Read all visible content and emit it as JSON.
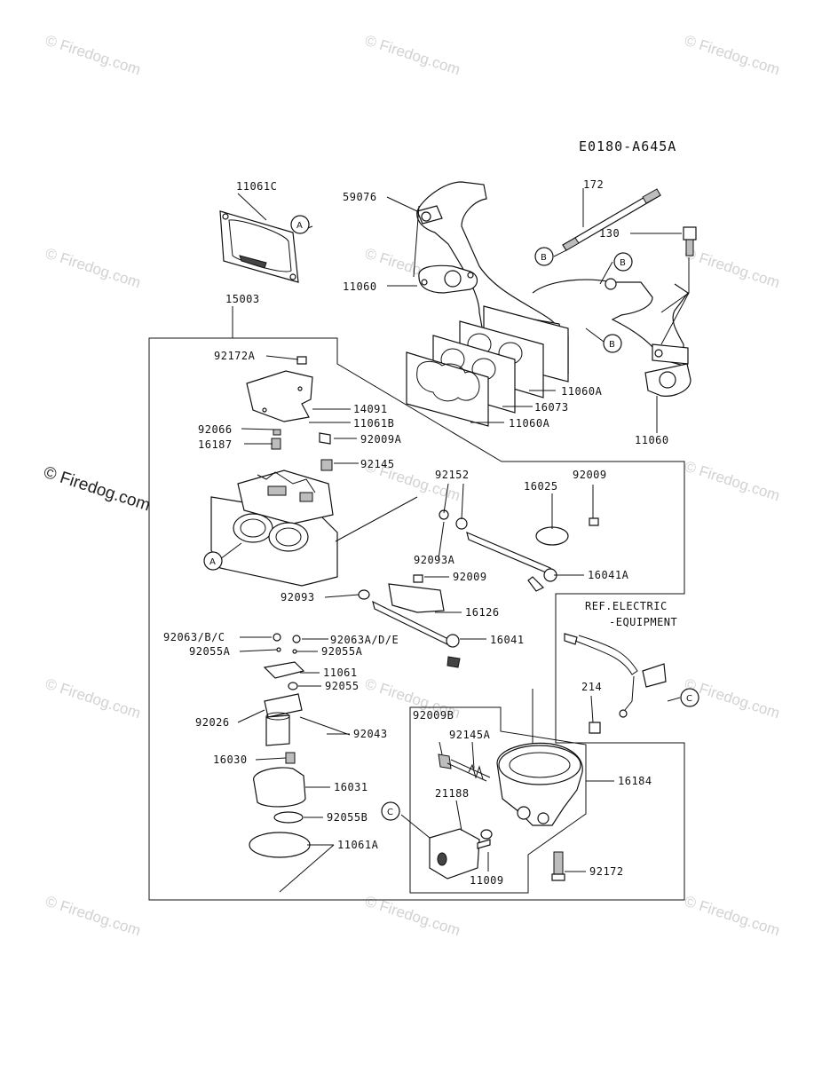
{
  "diagram_code": "E0180-A645A",
  "watermark": "© Firedog.com",
  "ref_labels": {
    "line1": "REF.ELECTRIC",
    "line2": "-EQUIPMENT"
  },
  "callouts": {
    "a": "A",
    "b": "B",
    "c": "C"
  },
  "parts": {
    "p11061c": "11061C",
    "p172": "172",
    "p59076": "59076",
    "p130": "130",
    "p11060_top": "11060",
    "p15003": "15003",
    "p11060a_1": "11060A",
    "p16073": "16073",
    "p11060a_2": "11060A",
    "p11060_right": "11060",
    "p92172a": "92172A",
    "p14091": "14091",
    "p11061b": "11061B",
    "p92066": "92066",
    "p16187": "16187",
    "p92009a": "92009A",
    "p92145": "92145",
    "p92152": "92152",
    "p16025": "16025",
    "p92009_top": "92009",
    "p92093a": "92093A",
    "p16041a": "16041A",
    "p92093": "92093",
    "p92009_mid": "92009",
    "p16126": "16126",
    "p92063bc": "92063/B/C",
    "p92063ade": "92063A/D/E",
    "p16041": "16041",
    "p92055a_l": "92055A",
    "p92055a_r": "92055A",
    "p11061": "11061",
    "p92055": "92055",
    "p92026": "92026",
    "p92043": "92043",
    "p16030": "16030",
    "p16031": "16031",
    "p92055b": "92055B",
    "p11061a": "11061A",
    "p214": "214",
    "p92009b": "92009B",
    "p92145a": "92145A",
    "p16184": "16184",
    "p21188": "21188",
    "p11009": "11009",
    "p92172": "92172"
  }
}
